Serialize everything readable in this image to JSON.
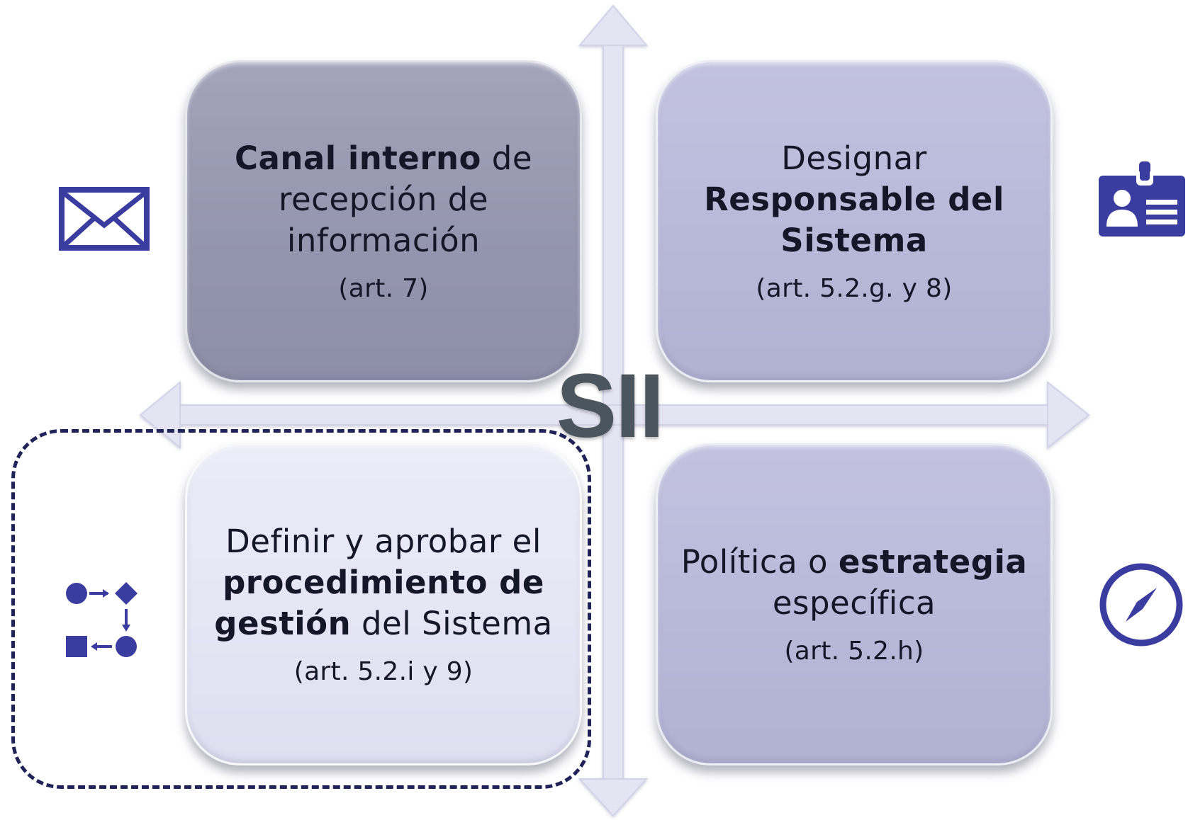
{
  "center_label": "SII",
  "colors": {
    "icon": "#3b3ca0",
    "frame": "#1f2358",
    "axis": "#e4e4f3",
    "box_top_left": "#9798b0",
    "box_top_right": "#b9b9da",
    "box_bottom_left": "#e6e6f5",
    "box_bottom_right": "#b9b9da"
  },
  "quadrants": {
    "top_left": {
      "line1_bold": "Canal interno",
      "line1_rest": " de",
      "line2": "recepción de",
      "line3": "información",
      "reference": "(art. 7)",
      "icon": "envelope-icon"
    },
    "top_right": {
      "line1": "Designar",
      "line2_bold": "Responsable del",
      "line3_bold": "Sistema",
      "reference": "(art. 5.2.g. y 8)",
      "icon": "id-badge-icon"
    },
    "bottom_left": {
      "line1": "Definir y aprobar el",
      "line2_bold": "procedimiento de",
      "line3_bold": "gestión",
      "line3_rest": " del Sistema",
      "reference": "(art. 5.2.i y 9)",
      "icon": "process-flow-icon"
    },
    "bottom_right": {
      "line1_plain": "Política o ",
      "line1_bold": "estrategia",
      "line2": "específica",
      "reference": "(art. 5.2.h)",
      "icon": "compass-icon"
    }
  }
}
